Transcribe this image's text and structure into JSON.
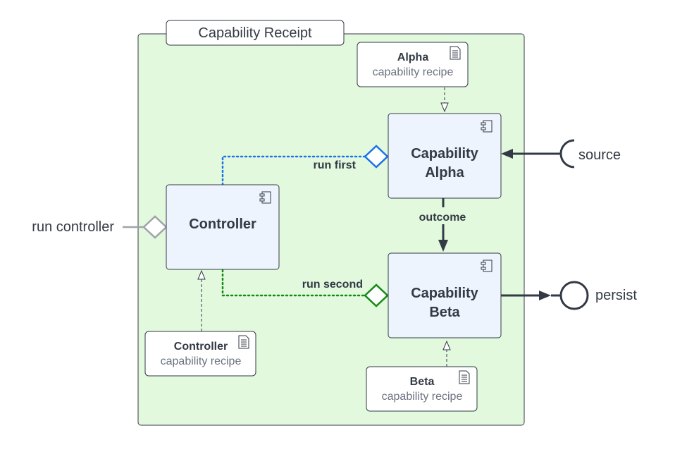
{
  "package": {
    "title": "Capability Receipt",
    "fill": "#e2f9de",
    "stroke": "#333a45"
  },
  "components": {
    "controller": {
      "title": "Controller"
    },
    "alpha": {
      "title_line1": "Capability",
      "title_line2": "Alpha"
    },
    "beta": {
      "title_line1": "Capability",
      "title_line2": "Beta"
    },
    "fill": "#edf4fd",
    "icon": "component-icon"
  },
  "artifacts": {
    "alpha": {
      "name": "Alpha",
      "subtitle": "capability recipe"
    },
    "controller": {
      "name": "Controller",
      "subtitle": "capability recipe"
    },
    "beta": {
      "name": "Beta",
      "subtitle": "capability recipe"
    },
    "icon": "document-icon"
  },
  "edges": {
    "run_first": {
      "label": "run first",
      "color": "#1a73e8"
    },
    "run_second": {
      "label": "run second",
      "color": "#148a14"
    },
    "outcome": {
      "label": "outcome"
    }
  },
  "ports": {
    "run_controller": {
      "label": "run controller",
      "color": "#a0a4aa"
    },
    "source": {
      "label": "source"
    },
    "persist": {
      "label": "persist"
    }
  }
}
